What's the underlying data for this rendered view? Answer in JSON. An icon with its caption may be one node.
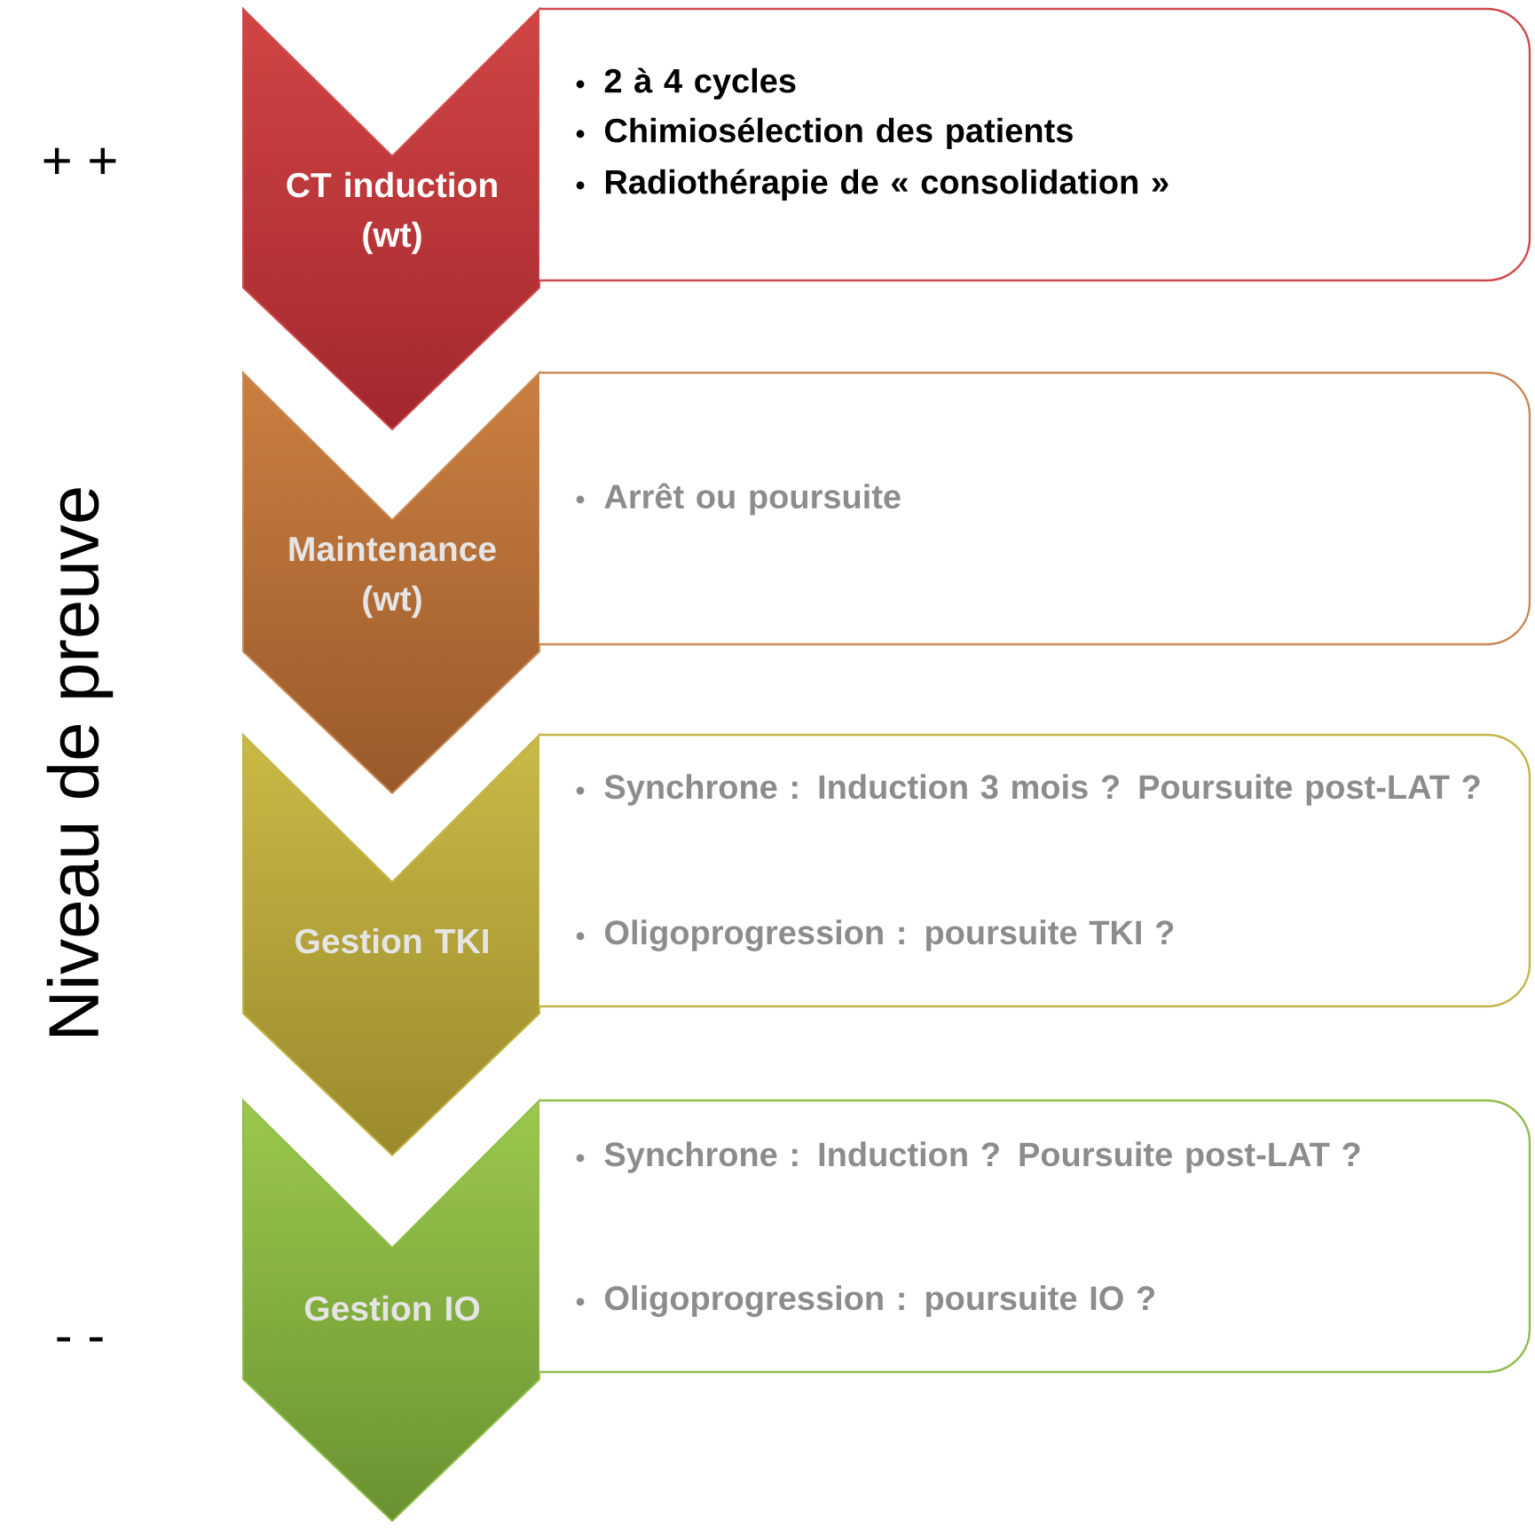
{
  "diagram": {
    "nodes": [
      {
        "text": [
          "CT induction (wt)"
        ]
      },
      {
        "text": [
          "2 à 4 cycles",
          "Chimiosélection des patients",
          "Radiothérapie de « consolidation »"
        ]
      },
      {
        "text": [
          "Maintenance (wt)"
        ]
      },
      {
        "text": [
          "Arrêt ou poursuite"
        ]
      },
      {
        "text": [
          "Gestion TKI"
        ]
      },
      {
        "text": [
          "Synchrone : Induction 3 mois ? Poursuite post-LAT ?",
          "Oligoprogression : poursuite TKI ?"
        ]
      },
      {
        "text": [
          "Gestion IO"
        ]
      },
      {
        "text": [
          "Synchrone : Induction ? Poursuite post-LAT ?",
          "Oligoprogression : poursuite IO ?"
        ]
      }
    ],
    "labels": [
      "+ +",
      "Niveau de preuve",
      "- -"
    ]
  }
}
